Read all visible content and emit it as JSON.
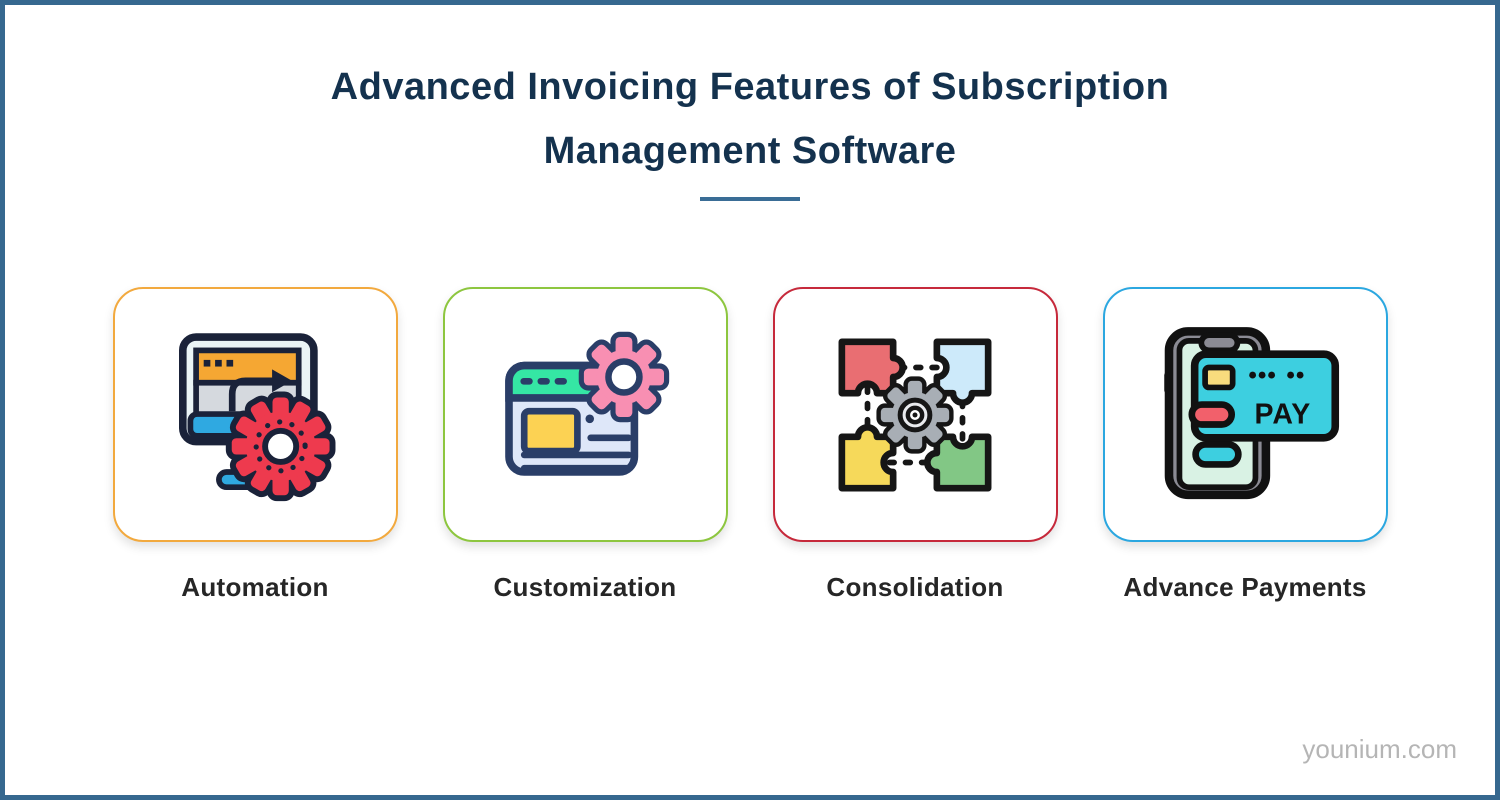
{
  "infographic": {
    "title_line1": "Advanced Invoicing Features of Subscription",
    "title_line2": "Management Software",
    "watermark": "younium.com"
  },
  "cards": [
    {
      "label": "Automation",
      "accent": "#F2A93E",
      "icon": "computer-gear-icon"
    },
    {
      "label": "Customization",
      "accent": "#8DC63F",
      "icon": "browser-gear-icon"
    },
    {
      "label": "Consolidation",
      "accent": "#C6293B",
      "icon": "puzzle-gear-icon"
    },
    {
      "label": "Advance Payments",
      "accent": "#2BA7E0",
      "icon": "mobile-payment-icon"
    }
  ],
  "icon_labels": {
    "pay_text": "PAY"
  },
  "colors": {
    "frame_border": "#36688F",
    "title": "#14324E",
    "underline": "#3A6D96",
    "card_label": "#262626",
    "watermark": "#B5B5B5"
  }
}
